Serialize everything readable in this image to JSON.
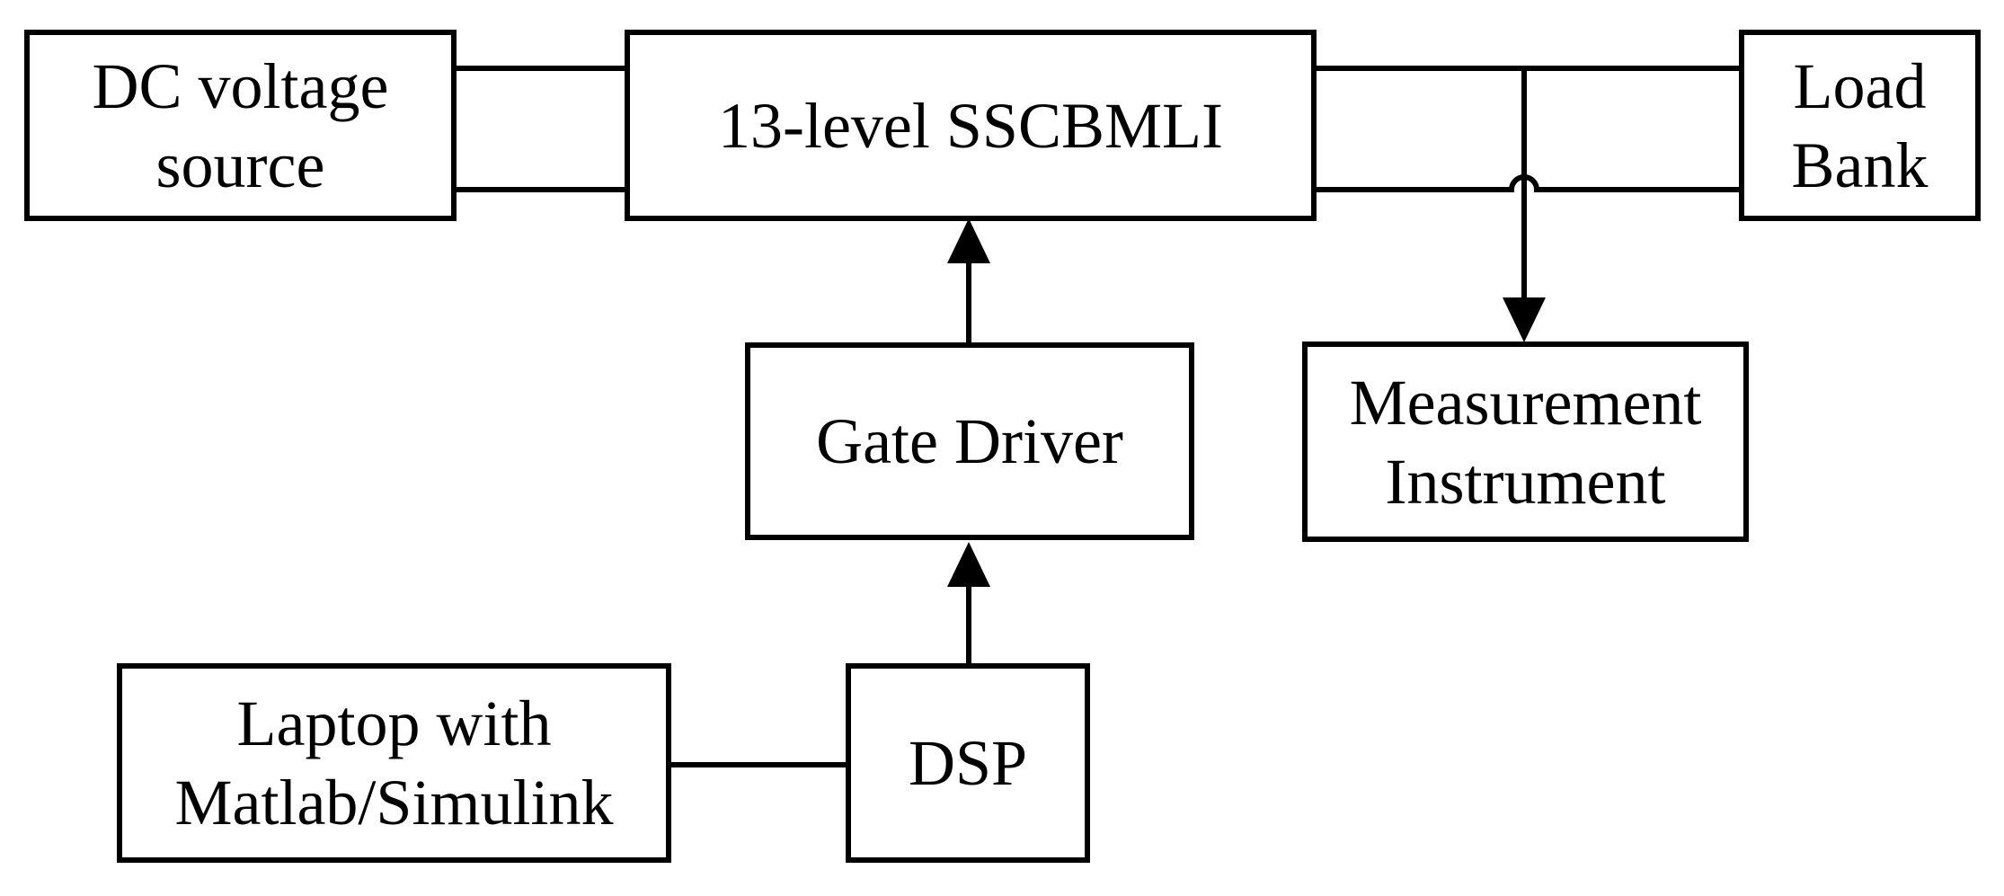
{
  "blocks": {
    "dc_source": {
      "line1": "DC voltage",
      "line2": "source"
    },
    "inverter": {
      "label": "13-level SSCBMLI"
    },
    "load_bank": {
      "line1": "Load",
      "line2": "Bank"
    },
    "gate_driver": {
      "label": "Gate Driver"
    },
    "measurement": {
      "line1": "Measurement",
      "line2": "Instrument"
    },
    "laptop": {
      "line1": "Laptop with",
      "line2": "Matlab/Simulink"
    },
    "dsp": {
      "label": "DSP"
    }
  },
  "colors": {
    "stroke": "#000000",
    "background": "#ffffff"
  }
}
